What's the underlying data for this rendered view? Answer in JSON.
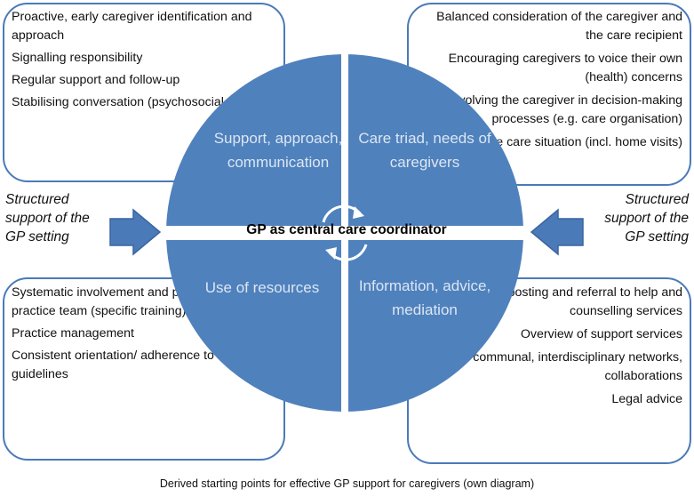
{
  "boxes": {
    "top_left": [
      "Proactive, early caregiver identification and approach",
      "Signalling responsibility",
      "Regular support and follow-up",
      "Stabilising conversation (psychosocial support)"
    ],
    "top_right": [
      "Balanced consideration of the caregiver and the care recipient",
      "Encouraging caregivers to voice their own (health) concerns",
      "Involving the caregiver in decision-making processes (e.g. care organisation)",
      "Analysis of the care situation (incl. home visits)"
    ],
    "bottom_left": [
      "Systematic involvement and participation of the practice team (specific training)",
      "Practice management",
      "Consistent orientation/ adherence to the guidelines"
    ],
    "bottom_right": [
      "Consistent signposting and referral to help and counselling services",
      "Overview of support services",
      "Acting in communal, interdisciplinary networks, collaborations",
      "Legal advice"
    ]
  },
  "quadrants": {
    "top_left": "Support, approach, communication",
    "top_right": "Care triad, needs of caregivers",
    "bottom_left": "Use of resources",
    "bottom_right": "Information, advice, mediation"
  },
  "center_title": "GP as central care coordinator",
  "side_labels": {
    "left": "Structured support of the GP setting",
    "right": "Structured support of the GP setting"
  },
  "caption": "Derived starting points for effective GP support for caregivers (own diagram)",
  "colors": {
    "quadrant_fill": "#4f81bd",
    "box_border": "#4a7ab8",
    "quadrant_text": "#dce6f2",
    "arrow_fill": "#4a7ab8"
  }
}
